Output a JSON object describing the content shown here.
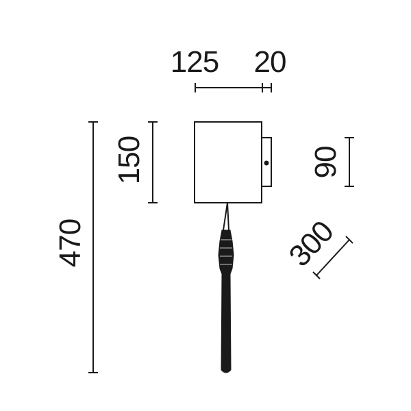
{
  "drawing": {
    "type": "dimensional-drawing",
    "colors": {
      "line": "#1a1a1a",
      "fill": "#ffffff",
      "text": "#1a1a1a"
    },
    "dimensions": {
      "body_width": "125",
      "mount_depth": "20",
      "body_height": "150",
      "total_height": "470",
      "mount_height": "90",
      "cable_length": "300"
    }
  }
}
